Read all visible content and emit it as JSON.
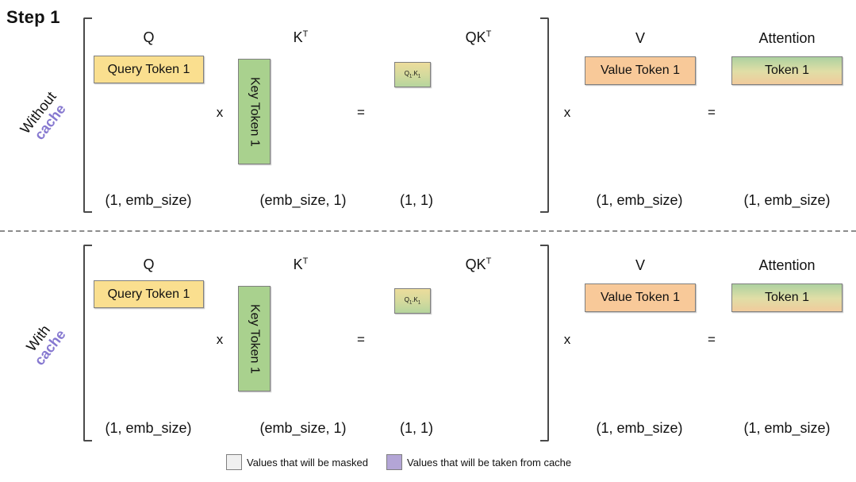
{
  "title": "Step 1",
  "colors": {
    "query_box": "#FADF8F",
    "key_box": "#A9D18E",
    "value_box": "#F8C999",
    "qk_gradient_top": "#ECDC9C",
    "qk_gradient_bottom": "#B6D59D",
    "attention_gradient_top": "#ADD1A0",
    "attention_gradient_bottom": "#F1CB9C",
    "cache_text": "#8678D0",
    "legend_masked": "#F0F0F0",
    "legend_cache": "#B3A5D6"
  },
  "legend": {
    "masked_label": "Values that will be masked",
    "cache_label": "Values that will be taken from cache"
  },
  "sections": [
    {
      "row_label_line1": "Without",
      "row_label_line2": "cache",
      "q": {
        "header": "Q",
        "sup": "",
        "box": "Query Token 1",
        "dim": "(1, emb_size)"
      },
      "k": {
        "header": "K",
        "sup": "T",
        "box": "Key Token 1",
        "dim": "(emb_size, 1)"
      },
      "qk": {
        "header": "QK",
        "sup": "T",
        "box_base1": "Q",
        "box_sub1": "1",
        "box_base2": ".K",
        "box_sub2": "1",
        "dim": "(1, 1)"
      },
      "v": {
        "header": "V",
        "box": "Value Token 1",
        "dim": "(1, emb_size)"
      },
      "attention": {
        "header": "Attention",
        "box": "Token 1",
        "dim": "(1, emb_size)"
      },
      "op_times_1": "x",
      "op_eq_1": "=",
      "op_times_2": "x",
      "op_eq_2": "="
    },
    {
      "row_label_line1": "With",
      "row_label_line2": "cache",
      "q": {
        "header": "Q",
        "sup": "",
        "box": "Query Token 1",
        "dim": "(1, emb_size)"
      },
      "k": {
        "header": "K",
        "sup": "T",
        "box": "Key Token 1",
        "dim": "(emb_size, 1)"
      },
      "qk": {
        "header": "QK",
        "sup": "T",
        "box_base1": "Q",
        "box_sub1": "1",
        "box_base2": ".K",
        "box_sub2": "1",
        "dim": "(1, 1)"
      },
      "v": {
        "header": "V",
        "box": "Value Token 1",
        "dim": "(1, emb_size)"
      },
      "attention": {
        "header": "Attention",
        "box": "Token 1",
        "dim": "(1, emb_size)"
      },
      "op_times_2": "x",
      "op_times_1": "x",
      "op_eq_1": "=",
      "op_eq_2": "="
    }
  ]
}
